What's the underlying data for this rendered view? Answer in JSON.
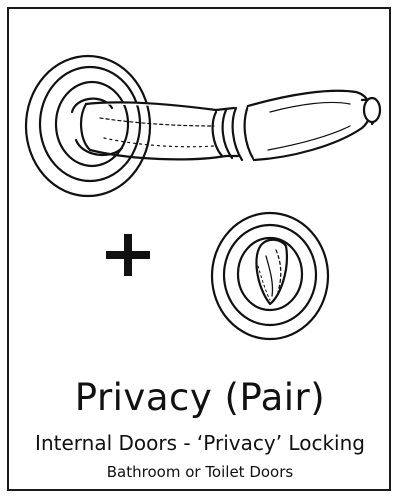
{
  "product": {
    "title": "Privacy (Pair)",
    "subtitle": "Internal Doors - ‘Privacy’ Locking",
    "caption": "Bathroom or Toilet Doors"
  },
  "icons": {
    "handle": "lever-door-handle-icon",
    "plus": "plus-icon",
    "turn": "privacy-thumbturn-icon"
  },
  "colors": {
    "ink": "#111111",
    "background": "#ffffff"
  }
}
